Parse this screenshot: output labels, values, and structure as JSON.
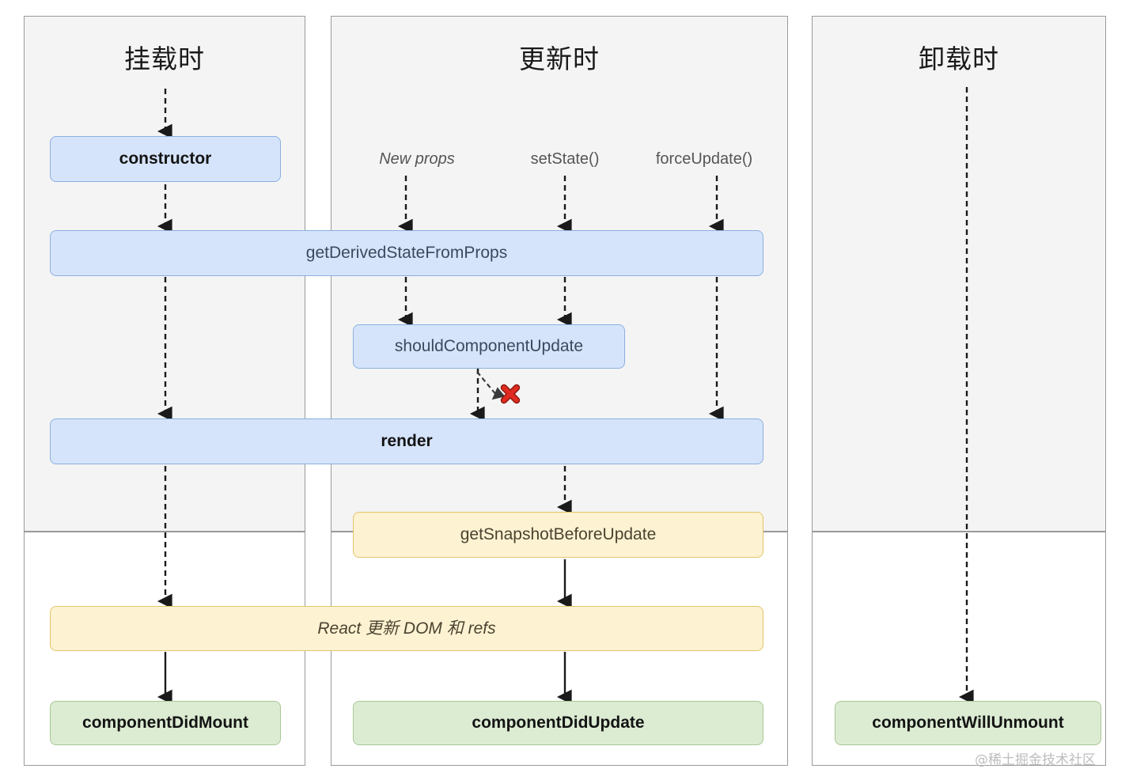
{
  "diagram": {
    "title_mounting": "挂载时",
    "title_updating": "更新时",
    "title_unmounting": "卸载时",
    "watermark": "@稀土掘金技术社区"
  },
  "triggers": [
    {
      "label": "New props",
      "style": "italic"
    },
    {
      "label": "setState()",
      "style": "normal"
    },
    {
      "label": "forceUpdate()",
      "style": "normal"
    }
  ],
  "boxes": {
    "constructor": "constructor",
    "get_derived_state_from_props": "getDerivedStateFromProps",
    "should_component_update": "shouldComponentUpdate",
    "render": "render",
    "get_snapshot_before_update": "getSnapshotBeforeUpdate",
    "react_updates_dom": "React 更新 DOM 和 refs",
    "component_did_mount": "componentDidMount",
    "component_did_update": "componentDidUpdate",
    "component_will_unmount": "componentWillUnmount"
  },
  "markers": {
    "abort_x": "✖"
  },
  "colors": {
    "blue_fill": "#d6e4fb",
    "blue_stroke": "#8ab0e0",
    "yellow_fill": "#fdf2d2",
    "yellow_stroke": "#e3c56a",
    "green_fill": "#dcecd3",
    "green_stroke": "#a8c795",
    "panel_fill": "#f4f4f4",
    "commit_fill": "#ffffff",
    "panel_stroke": "#9a9a9a",
    "arrow": "#1a1a1a",
    "abort_marker": "#e02b20"
  }
}
